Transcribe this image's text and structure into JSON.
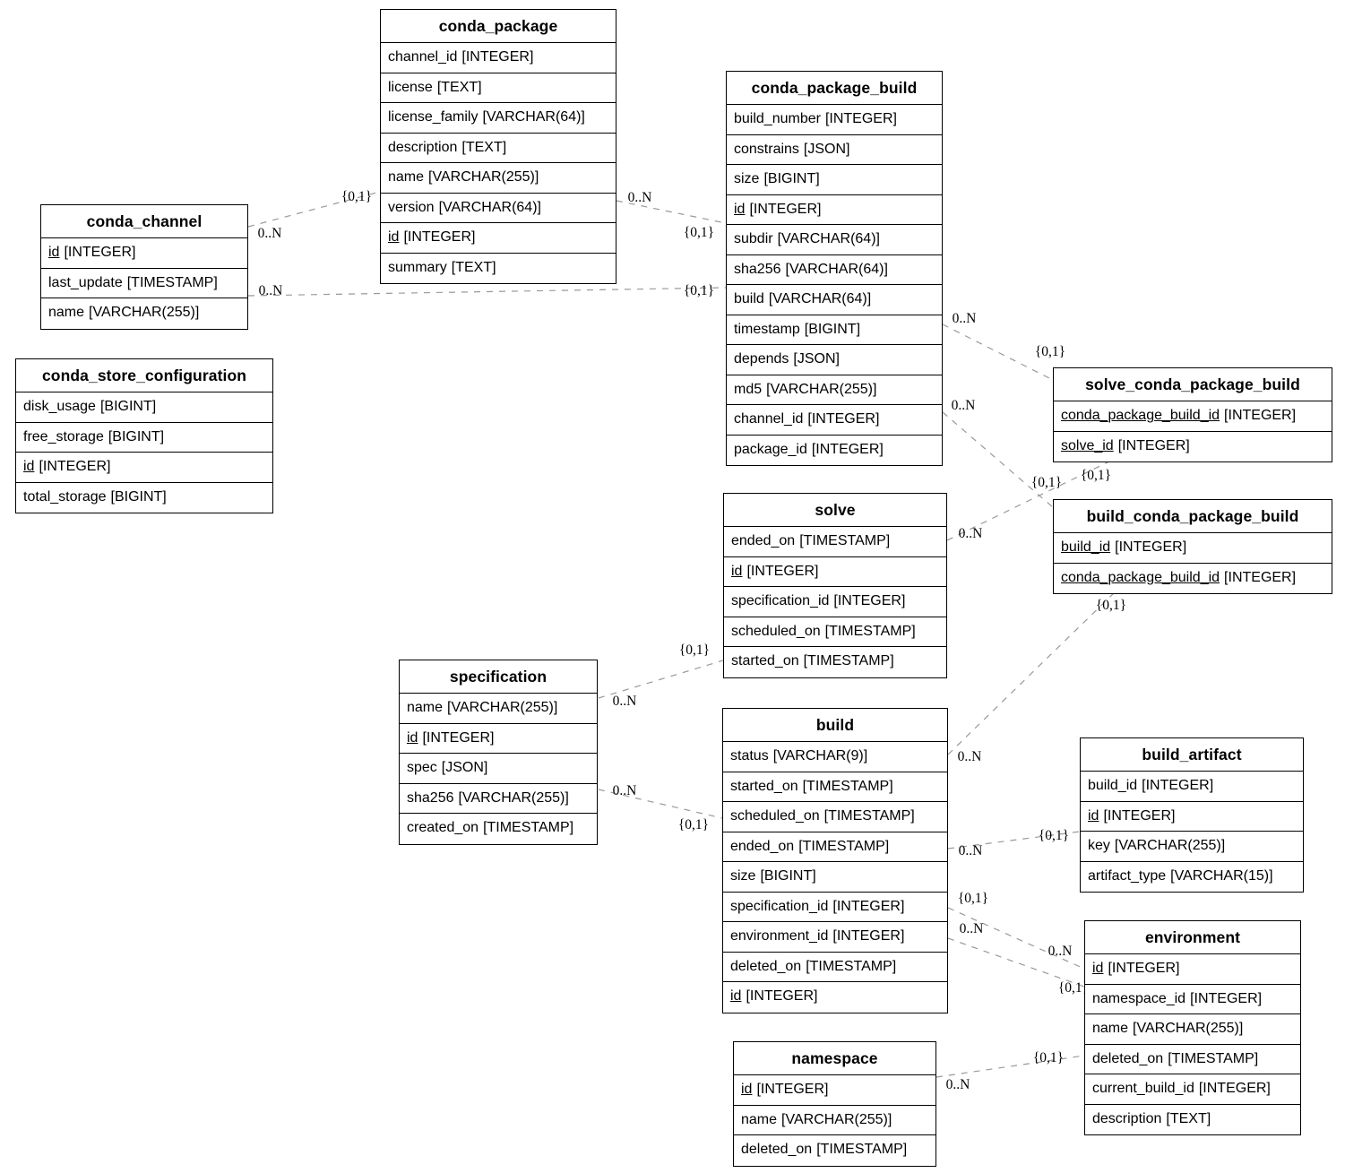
{
  "diagram": {
    "tables": [
      {
        "name": "conda_package",
        "fields": [
          {
            "name": "channel_id",
            "type": "[INTEGER]",
            "pk": false
          },
          {
            "name": "license",
            "type": "[TEXT]",
            "pk": false
          },
          {
            "name": "license_family",
            "type": "[VARCHAR(64)]",
            "pk": false
          },
          {
            "name": "description",
            "type": "[TEXT]",
            "pk": false
          },
          {
            "name": "name",
            "type": "[VARCHAR(255)]",
            "pk": false
          },
          {
            "name": "version",
            "type": "[VARCHAR(64)]",
            "pk": false
          },
          {
            "name": "id",
            "type": "[INTEGER]",
            "pk": true
          },
          {
            "name": "summary",
            "type": "[TEXT]",
            "pk": false
          }
        ]
      },
      {
        "name": "conda_package_build",
        "fields": [
          {
            "name": "build_number",
            "type": "[INTEGER]",
            "pk": false
          },
          {
            "name": "constrains",
            "type": "[JSON]",
            "pk": false
          },
          {
            "name": "size",
            "type": "[BIGINT]",
            "pk": false
          },
          {
            "name": "id",
            "type": "[INTEGER]",
            "pk": true
          },
          {
            "name": "subdir",
            "type": "[VARCHAR(64)]",
            "pk": false
          },
          {
            "name": "sha256",
            "type": "[VARCHAR(64)]",
            "pk": false
          },
          {
            "name": "build",
            "type": "[VARCHAR(64)]",
            "pk": false
          },
          {
            "name": "timestamp",
            "type": "[BIGINT]",
            "pk": false
          },
          {
            "name": "depends",
            "type": "[JSON]",
            "pk": false
          },
          {
            "name": "md5",
            "type": "[VARCHAR(255)]",
            "pk": false
          },
          {
            "name": "channel_id",
            "type": "[INTEGER]",
            "pk": false
          },
          {
            "name": "package_id",
            "type": "[INTEGER]",
            "pk": false
          }
        ]
      },
      {
        "name": "conda_channel",
        "fields": [
          {
            "name": "id",
            "type": "[INTEGER]",
            "pk": true
          },
          {
            "name": "last_update",
            "type": "[TIMESTAMP]",
            "pk": false
          },
          {
            "name": "name",
            "type": "[VARCHAR(255)]",
            "pk": false
          }
        ]
      },
      {
        "name": "conda_store_configuration",
        "fields": [
          {
            "name": "disk_usage",
            "type": "[BIGINT]",
            "pk": false
          },
          {
            "name": "free_storage",
            "type": "[BIGINT]",
            "pk": false
          },
          {
            "name": "id",
            "type": "[INTEGER]",
            "pk": true
          },
          {
            "name": "total_storage",
            "type": "[BIGINT]",
            "pk": false
          }
        ]
      },
      {
        "name": "solve_conda_package_build",
        "fields": [
          {
            "name": "conda_package_build_id",
            "type": "[INTEGER]",
            "pk": true
          },
          {
            "name": "solve_id",
            "type": "[INTEGER]",
            "pk": true
          }
        ]
      },
      {
        "name": "build_conda_package_build",
        "fields": [
          {
            "name": "build_id",
            "type": "[INTEGER]",
            "pk": true
          },
          {
            "name": "conda_package_build_id",
            "type": "[INTEGER]",
            "pk": true
          }
        ]
      },
      {
        "name": "solve",
        "fields": [
          {
            "name": "ended_on",
            "type": "[TIMESTAMP]",
            "pk": false
          },
          {
            "name": "id",
            "type": "[INTEGER]",
            "pk": true
          },
          {
            "name": "specification_id",
            "type": "[INTEGER]",
            "pk": false
          },
          {
            "name": "scheduled_on",
            "type": "[TIMESTAMP]",
            "pk": false
          },
          {
            "name": "started_on",
            "type": "[TIMESTAMP]",
            "pk": false
          }
        ]
      },
      {
        "name": "specification",
        "fields": [
          {
            "name": "name",
            "type": "[VARCHAR(255)]",
            "pk": false
          },
          {
            "name": "id",
            "type": "[INTEGER]",
            "pk": true
          },
          {
            "name": "spec",
            "type": "[JSON]",
            "pk": false
          },
          {
            "name": "sha256",
            "type": "[VARCHAR(255)]",
            "pk": false
          },
          {
            "name": "created_on",
            "type": "[TIMESTAMP]",
            "pk": false
          }
        ]
      },
      {
        "name": "build",
        "fields": [
          {
            "name": "status",
            "type": "[VARCHAR(9)]",
            "pk": false
          },
          {
            "name": "started_on",
            "type": "[TIMESTAMP]",
            "pk": false
          },
          {
            "name": "scheduled_on",
            "type": "[TIMESTAMP]",
            "pk": false
          },
          {
            "name": "ended_on",
            "type": "[TIMESTAMP]",
            "pk": false
          },
          {
            "name": "size",
            "type": "[BIGINT]",
            "pk": false
          },
          {
            "name": "specification_id",
            "type": "[INTEGER]",
            "pk": false
          },
          {
            "name": "environment_id",
            "type": "[INTEGER]",
            "pk": false
          },
          {
            "name": "deleted_on",
            "type": "[TIMESTAMP]",
            "pk": false
          },
          {
            "name": "id",
            "type": "[INTEGER]",
            "pk": true
          }
        ]
      },
      {
        "name": "build_artifact",
        "fields": [
          {
            "name": "build_id",
            "type": "[INTEGER]",
            "pk": false
          },
          {
            "name": "id",
            "type": "[INTEGER]",
            "pk": true
          },
          {
            "name": "key",
            "type": "[VARCHAR(255)]",
            "pk": false
          },
          {
            "name": "artifact_type",
            "type": "[VARCHAR(15)]",
            "pk": false
          }
        ]
      },
      {
        "name": "environment",
        "fields": [
          {
            "name": "id",
            "type": "[INTEGER]",
            "pk": true
          },
          {
            "name": "namespace_id",
            "type": "[INTEGER]",
            "pk": false
          },
          {
            "name": "name",
            "type": "[VARCHAR(255)]",
            "pk": false
          },
          {
            "name": "deleted_on",
            "type": "[TIMESTAMP]",
            "pk": false
          },
          {
            "name": "current_build_id",
            "type": "[INTEGER]",
            "pk": false
          },
          {
            "name": "description",
            "type": "[TEXT]",
            "pk": false
          }
        ]
      },
      {
        "name": "namespace",
        "fields": [
          {
            "name": "id",
            "type": "[INTEGER]",
            "pk": true
          },
          {
            "name": "name",
            "type": "[VARCHAR(255)]",
            "pk": false
          },
          {
            "name": "deleted_on",
            "type": "[TIMESTAMP]",
            "pk": false
          }
        ]
      }
    ],
    "relationships": [
      {
        "from": "conda_channel",
        "to": "conda_package",
        "from_card": "0..N",
        "to_card": "{0,1}"
      },
      {
        "from": "conda_channel",
        "to": "conda_package_build",
        "from_card": "0..N",
        "to_card": "{0,1}"
      },
      {
        "from": "conda_package",
        "to": "conda_package_build",
        "from_card": "0..N",
        "to_card": "{0,1}"
      },
      {
        "from": "conda_package_build",
        "to": "solve_conda_package_build",
        "from_card": "0..N",
        "to_card": "{0,1}"
      },
      {
        "from": "conda_package_build",
        "to": "build_conda_package_build",
        "from_card": "0..N",
        "to_card": "{0,1}"
      },
      {
        "from": "solve",
        "to": "solve_conda_package_build",
        "from_card": "0..N",
        "to_card": "{0,1}"
      },
      {
        "from": "build",
        "to": "build_conda_package_build",
        "from_card": "0..N",
        "to_card": "{0,1}"
      },
      {
        "from": "specification",
        "to": "solve",
        "from_card": "0..N",
        "to_card": "{0,1}"
      },
      {
        "from": "specification",
        "to": "build",
        "from_card": "0..N",
        "to_card": "{0,1}"
      },
      {
        "from": "build",
        "to": "build_artifact",
        "from_card": "0..N",
        "to_card": "{0,1}"
      },
      {
        "from": "build",
        "to": "environment",
        "from_card": "{0,1}",
        "to_card": "0..N"
      },
      {
        "from": "build",
        "to": "environment",
        "from_card": "0..N",
        "to_card": "{0,1}"
      },
      {
        "from": "namespace",
        "to": "environment",
        "from_card": "0..N",
        "to_card": "{0,1}"
      }
    ]
  },
  "colors": {
    "background": "#ffffff",
    "border": "#000000",
    "text": "#000000",
    "edge_line": "#999999"
  }
}
